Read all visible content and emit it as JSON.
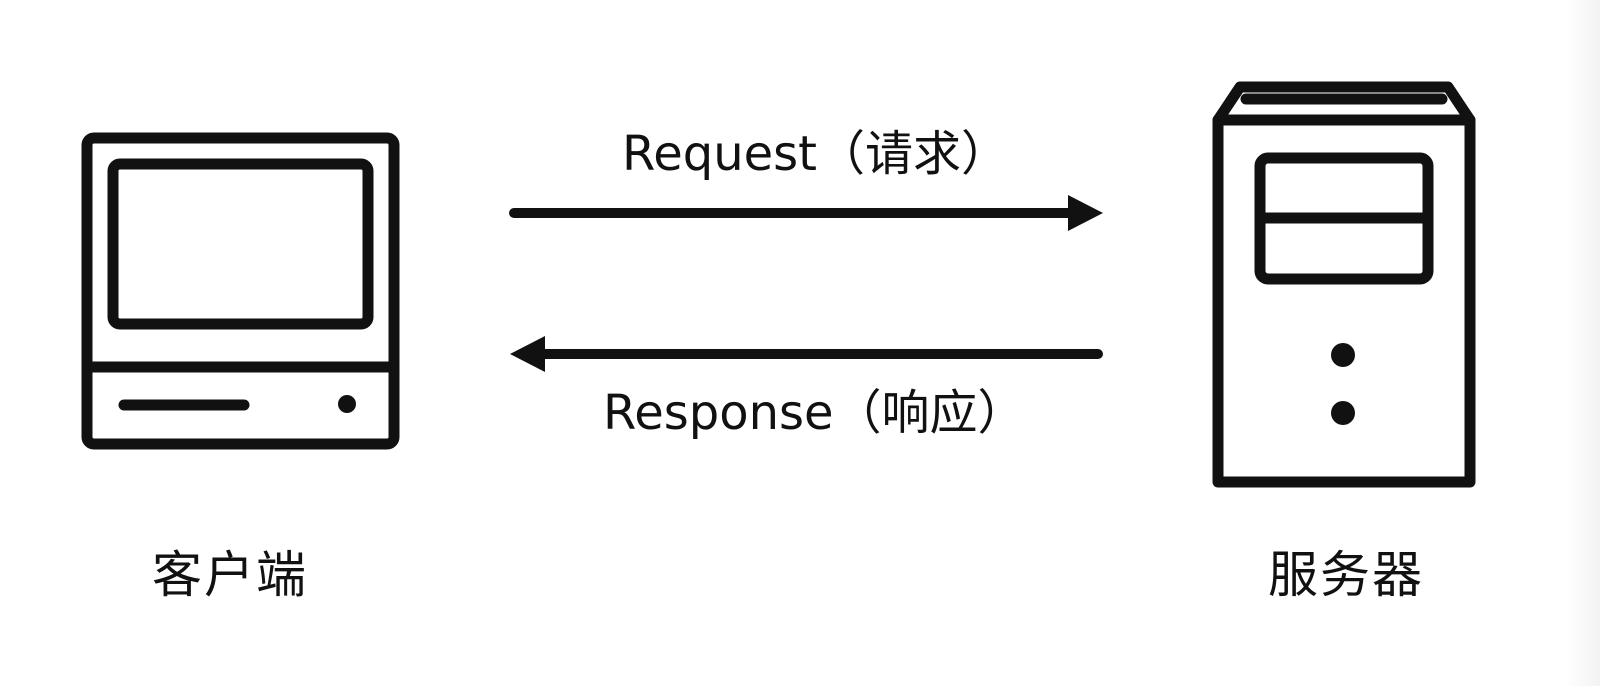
{
  "diagram": {
    "client": {
      "label": "客户端",
      "icon": "desktop-computer-icon"
    },
    "server": {
      "label": "服务器",
      "icon": "server-tower-icon"
    },
    "request": {
      "label": "Request（请求）",
      "direction": "client-to-server"
    },
    "response": {
      "label": "Response（响应）",
      "direction": "server-to-client"
    }
  },
  "colors": {
    "line": "#111111",
    "background": "#ffffff"
  }
}
